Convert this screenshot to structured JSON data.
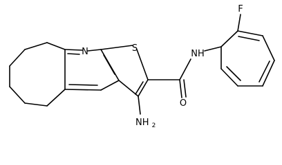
{
  "molecule": {
    "atom_labels": {
      "n_pyridine": "N",
      "s_thiophene": "S",
      "nh_amide": "NH",
      "o_carbonyl": "O",
      "f_fluoro": "F",
      "nh2_amine": "NH",
      "nh2_subscript": "2"
    }
  }
}
